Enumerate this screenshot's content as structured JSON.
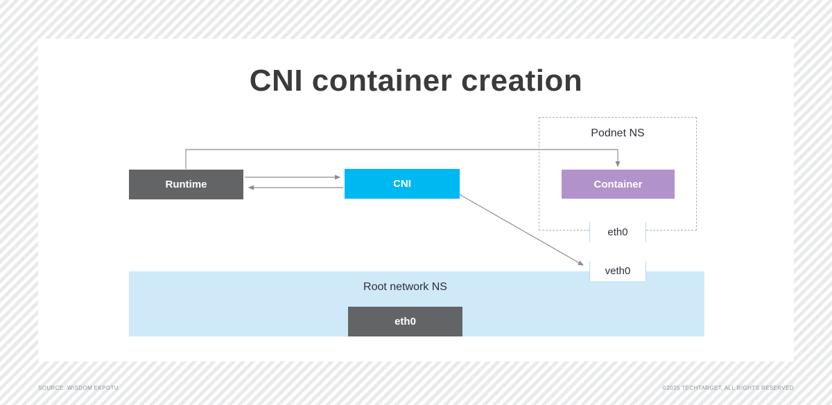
{
  "title": "CNI container creation",
  "diagram": {
    "podnet_label": "Podnet NS",
    "runtime_label": "Runtime",
    "cni_label": "CNI",
    "container_label": "Container",
    "eth0_top_label": "eth0",
    "veth0_label": "veth0",
    "root_ns_label": "Root network NS",
    "root_eth0_label": "eth0"
  },
  "colors": {
    "runtime_box": "#636466",
    "cni_box": "#00b8f1",
    "container_box": "#b292cb",
    "root_ns_bg": "#cfe9f8",
    "dashed_border": "#a7aecd",
    "arrow": "#8c8c8c",
    "title_text": "#3b3b3b"
  },
  "footer": {
    "source": "SOURCE: WISDOM EKPOTU",
    "copyright": "©2025 TECHTARGET, ALL RIGHTS RESERVED"
  }
}
